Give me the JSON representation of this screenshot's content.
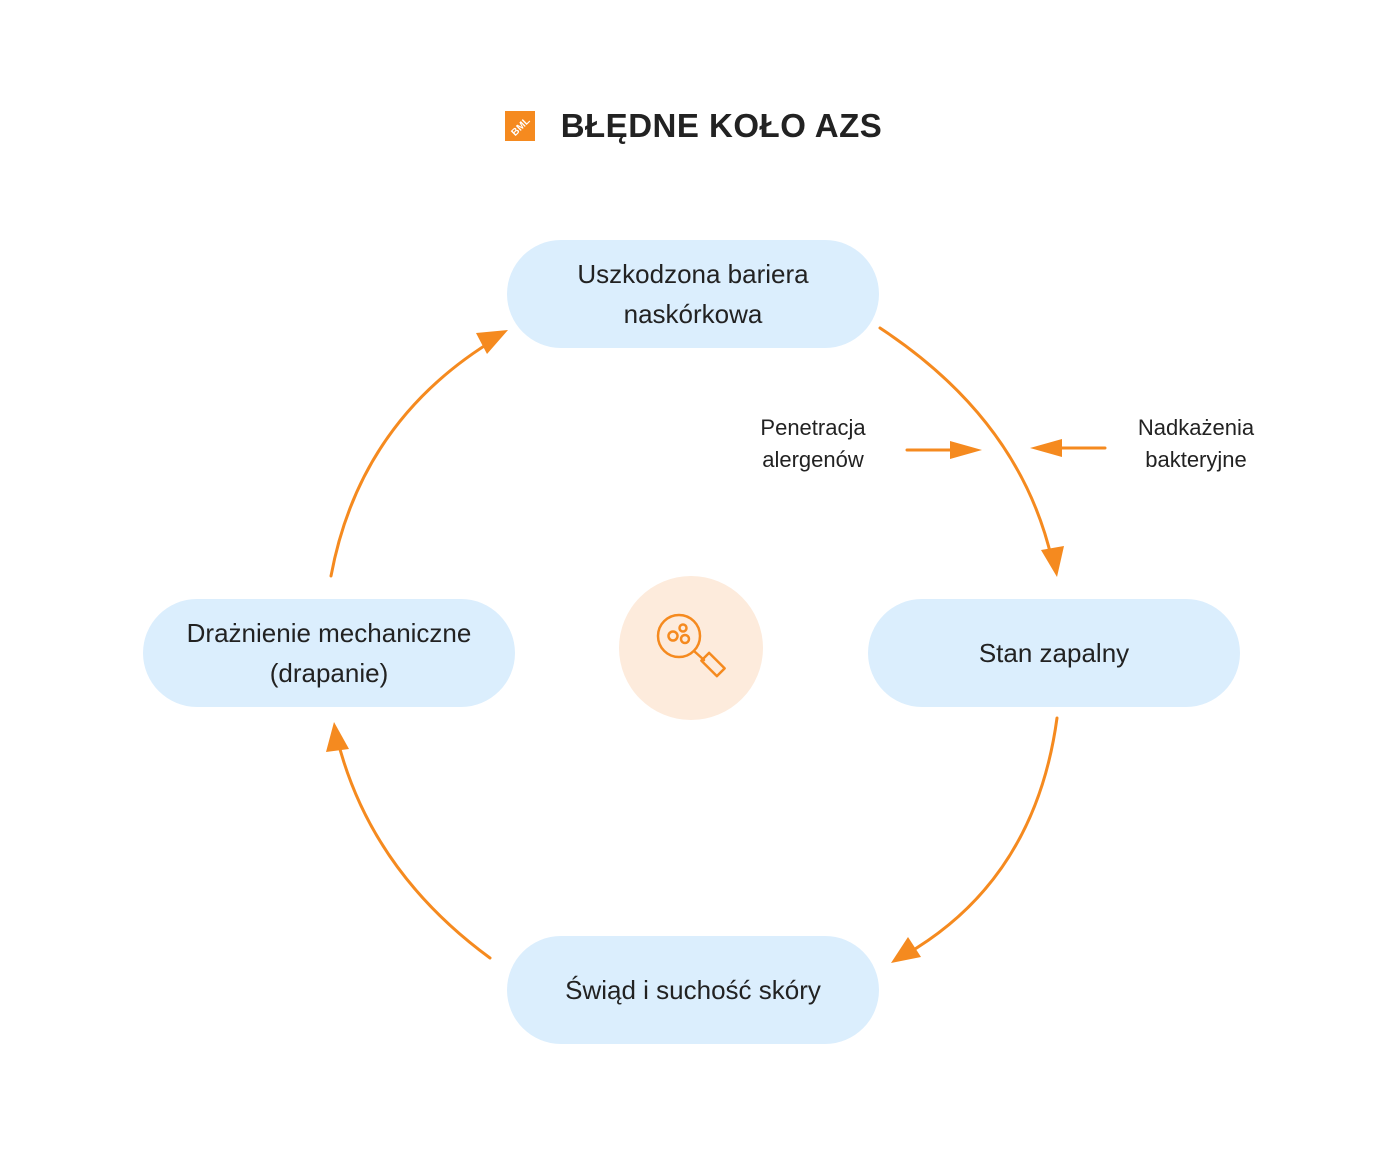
{
  "title": "BŁĘDNE KOŁO AZS",
  "logo": {
    "text": "BML",
    "icon": "bml-logo-icon"
  },
  "nodes": {
    "top": {
      "line1": "Uszkodzona bariera",
      "line2": "naskórkowa"
    },
    "right": {
      "line1": "Stan zapalny"
    },
    "bottom": {
      "line1": "Świąd i suchość skóry"
    },
    "left": {
      "line1": "Drażnienie mechaniczne",
      "line2": "(drapanie)"
    }
  },
  "factors": {
    "left": {
      "line1": "Penetracja",
      "line2": "alergenów"
    },
    "right": {
      "line1": "Nadkażenia",
      "line2": "bakteryjne"
    }
  },
  "center": {
    "icon": "magnifier-bacteria-icon"
  },
  "colors": {
    "accent": "#F58A1F",
    "node_fill": "#DBEEFD",
    "center_fill": "#FDEBDC",
    "text": "#222222"
  }
}
